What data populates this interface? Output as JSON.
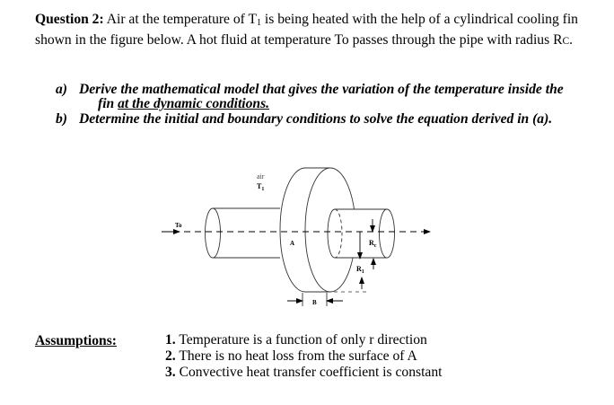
{
  "question": {
    "label": "Question 2:",
    "text_part1": " Air at the temperature of T",
    "t1_sub": "1",
    "text_part2": " is being heated with the help of a cylindrical cooling fin shown in the figure below. A hot fluid at temperature To passes through the pipe with radius R",
    "rc_sub": "C",
    "text_end": "."
  },
  "tasks": [
    {
      "label": "a)",
      "line1": "Derive the mathematical model that gives the variation of the temperature inside the",
      "line2_plain": "fin ",
      "line2_underlined": "at the dynamic conditions."
    },
    {
      "label": "b)",
      "line1": "Determine the initial and boundary conditions to solve the equation derived in (a)."
    }
  ],
  "figure": {
    "air_label": "air",
    "t1_label": "T",
    "t1_sub": "1",
    "to_label": "To",
    "a_label": "A",
    "b_label": "B",
    "rc_label": "R",
    "rc_sub": "c",
    "r1_label": "R",
    "r1_sub": "1"
  },
  "assumptions": {
    "heading": "Assumptions:",
    "items": [
      {
        "num": "1.",
        "text": " Temperature is a function of only r direction"
      },
      {
        "num": "2.",
        "text": " There is no heat loss from the surface of A"
      },
      {
        "num": "3.",
        "text": " Convective heat transfer coefficient is constant"
      }
    ]
  }
}
